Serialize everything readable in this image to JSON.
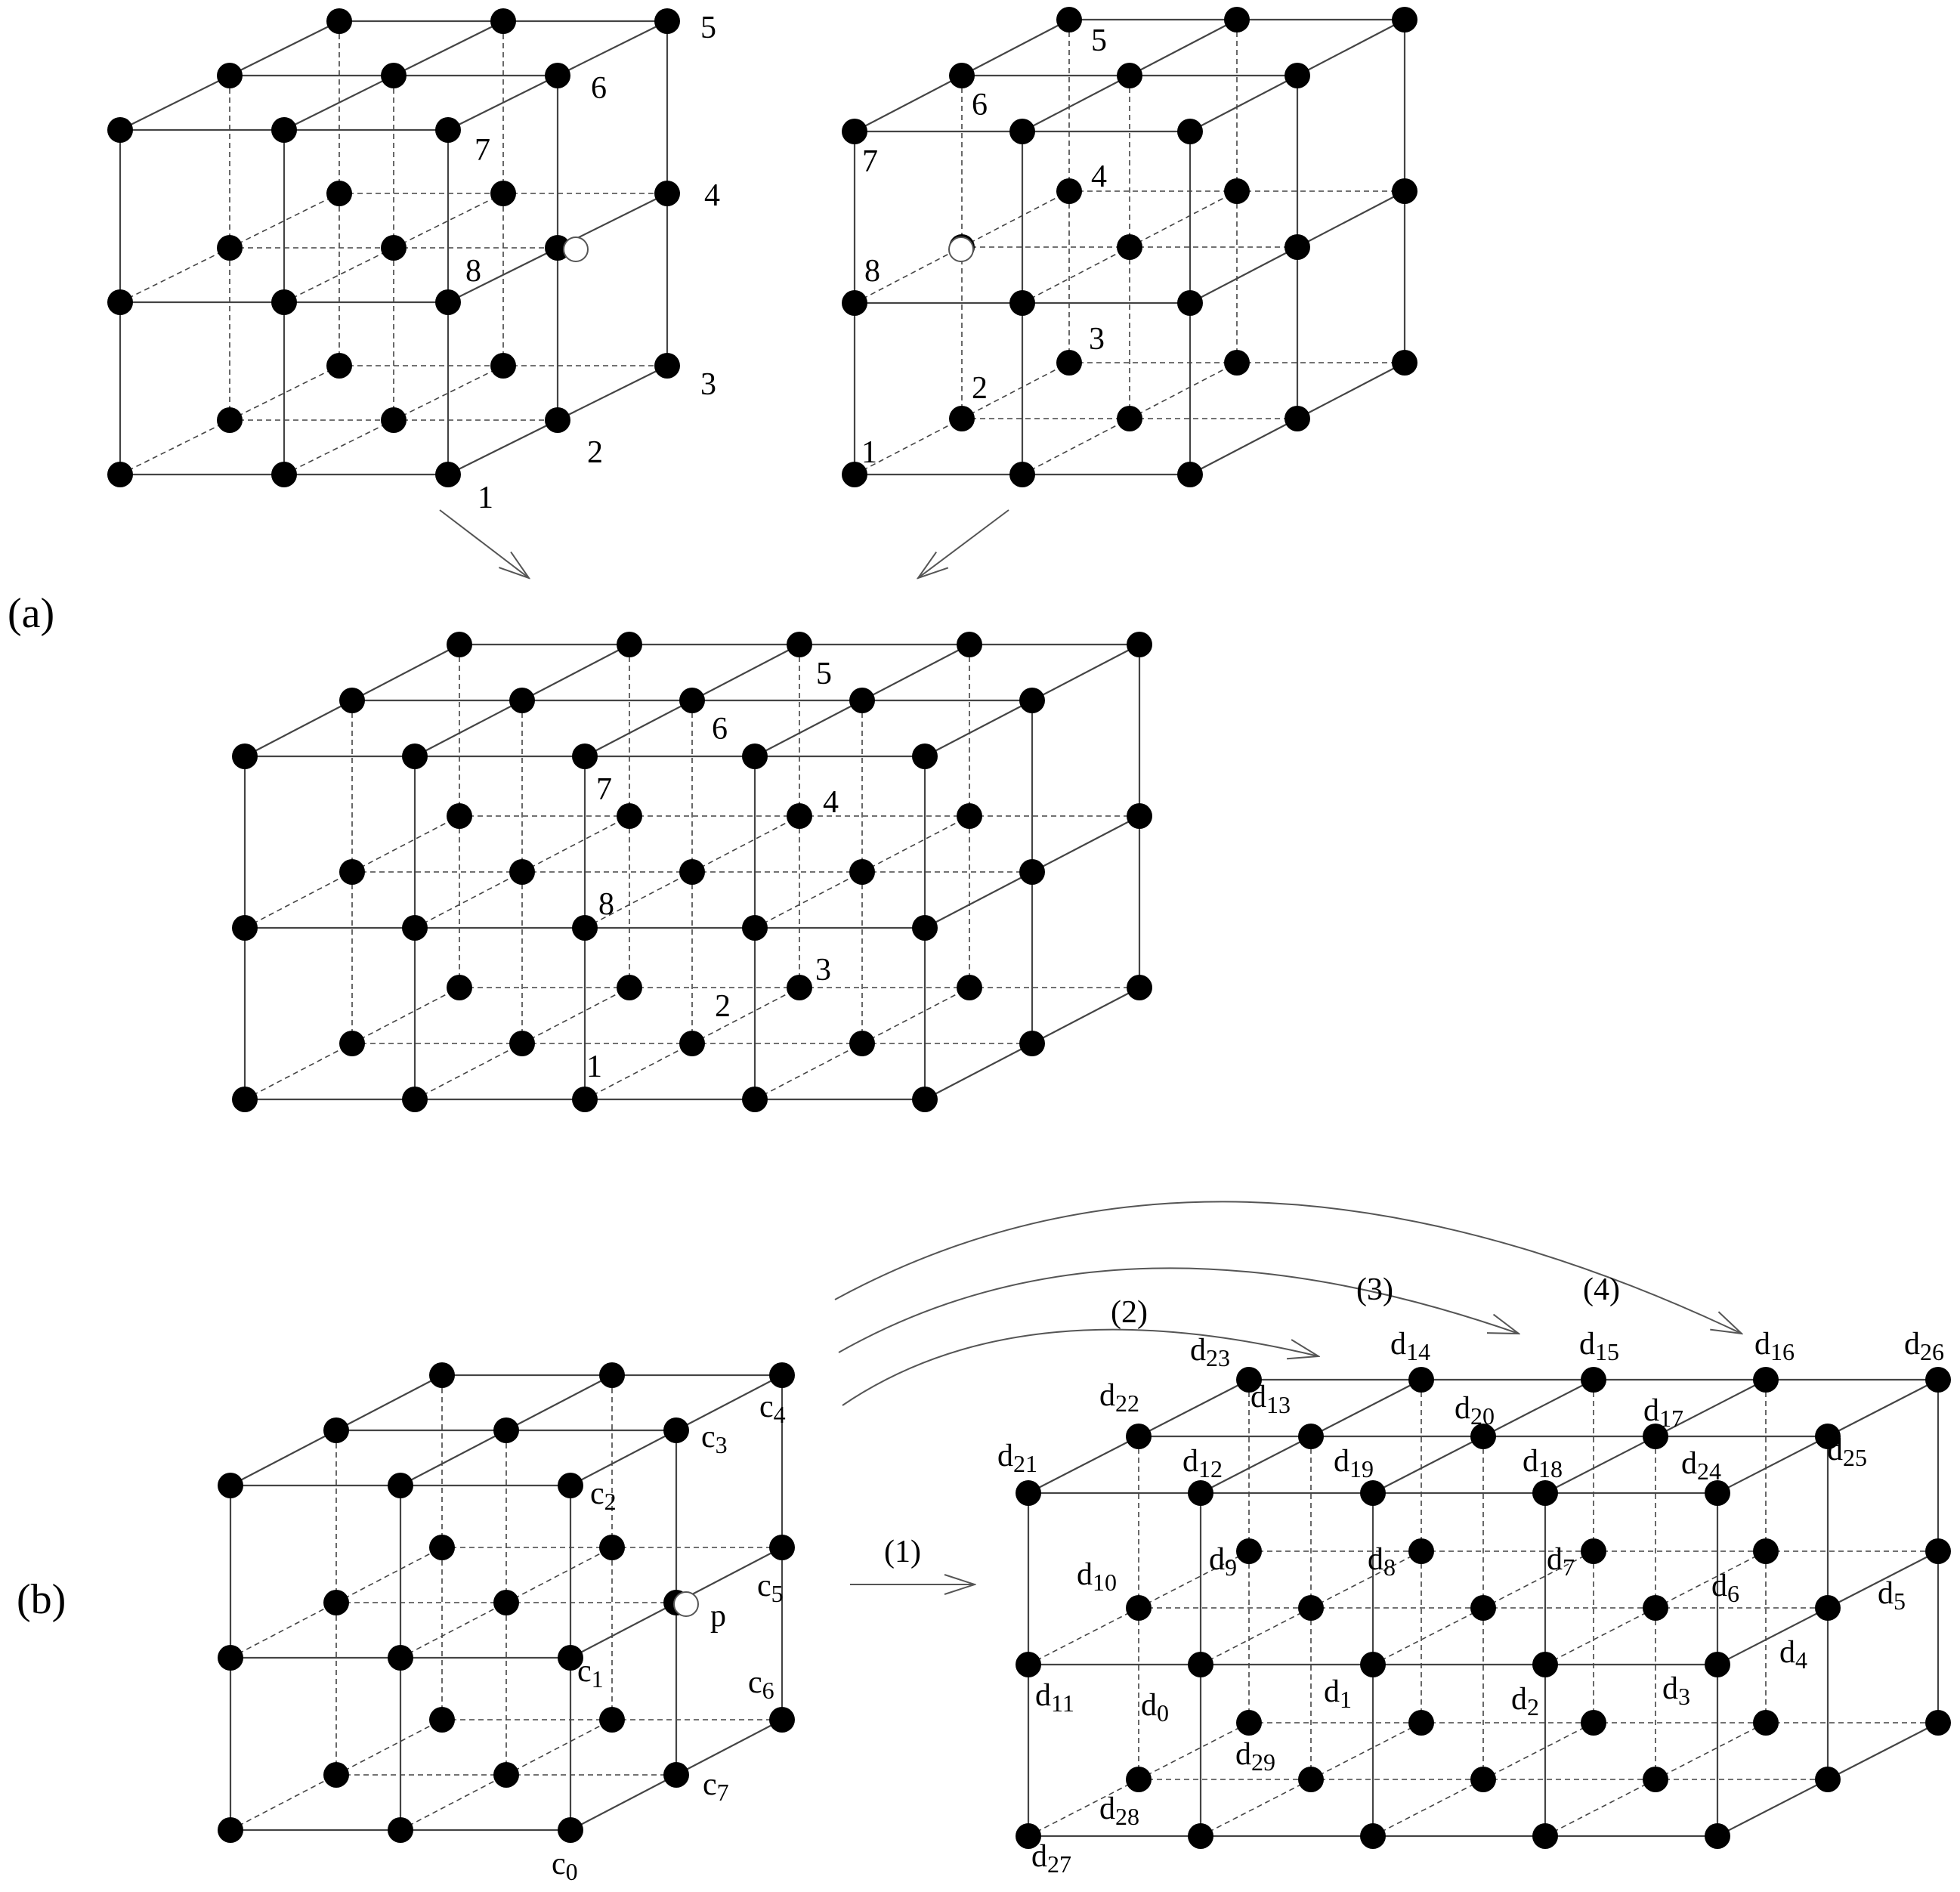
{
  "panels": [
    {
      "id": "a",
      "label": "(a)"
    },
    {
      "id": "b",
      "label": "(b)"
    }
  ],
  "node_color": "#000000",
  "edge_color": "#444444",
  "empty_node_color": "#555555",
  "cube_a_left": {
    "labels": [
      "1",
      "2",
      "3",
      "4",
      "5",
      "6",
      "7",
      "8"
    ]
  },
  "cube_a_right": {
    "labels": [
      "1",
      "2",
      "3",
      "4",
      "5",
      "6",
      "7",
      "8"
    ]
  },
  "cube_a_merged": {
    "labels": [
      "1",
      "2",
      "3",
      "4",
      "5",
      "6",
      "7",
      "8"
    ]
  },
  "cube_b_small": {
    "labels": [
      "c",
      "c",
      "c",
      "c",
      "c",
      "c",
      "c",
      "c",
      "p"
    ],
    "subscripts": [
      "0",
      "1",
      "2",
      "3",
      "4",
      "5",
      "6",
      "7",
      ""
    ]
  },
  "cube_b_large": {
    "labels": [
      "d",
      "d",
      "d",
      "d",
      "d",
      "d",
      "d",
      "d",
      "d",
      "d",
      "d",
      "d",
      "d",
      "d",
      "d",
      "d",
      "d",
      "d",
      "d",
      "d",
      "d",
      "d",
      "d",
      "d",
      "d",
      "d",
      "d",
      "d",
      "d",
      "d"
    ],
    "subscripts": [
      "0",
      "1",
      "2",
      "3",
      "4",
      "5",
      "6",
      "7",
      "8",
      "9",
      "10",
      "11",
      "12",
      "13",
      "14",
      "15",
      "16",
      "17",
      "18",
      "19",
      "20",
      "21",
      "22",
      "23",
      "24",
      "25",
      "26",
      "27",
      "28",
      "29"
    ]
  },
  "arrow_labels": [
    "(1)",
    "(2)",
    "(3)",
    "(4)"
  ]
}
